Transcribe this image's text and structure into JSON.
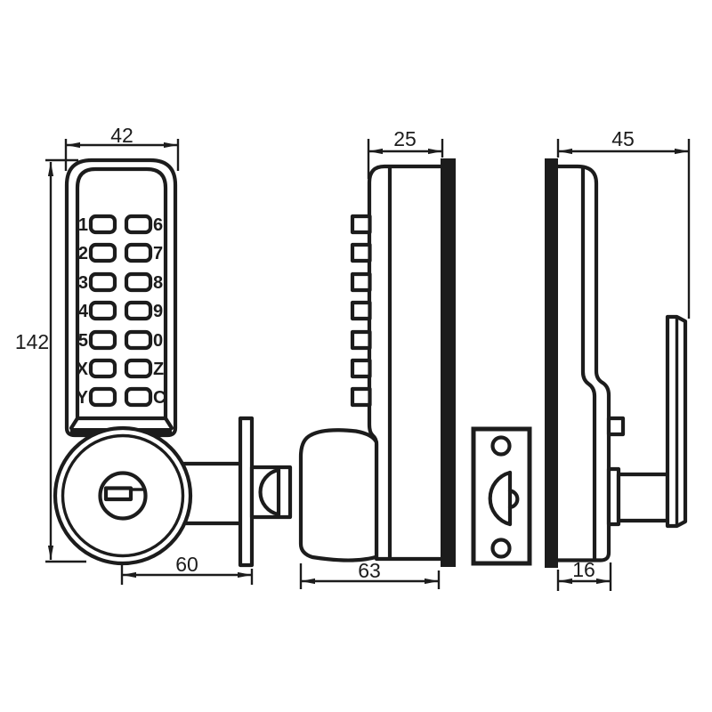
{
  "dimensions": {
    "front_width": "42",
    "front_height": "142",
    "front_backset": "60",
    "side_top": "25",
    "side_total": "63",
    "back_total": "45",
    "back_bottom": "16"
  },
  "keypad": {
    "rows": [
      {
        "left": "1",
        "right": "6"
      },
      {
        "left": "2",
        "right": "7"
      },
      {
        "left": "3",
        "right": "8"
      },
      {
        "left": "4",
        "right": "9"
      },
      {
        "left": "5",
        "right": "0"
      },
      {
        "left": "X",
        "right": "Z"
      },
      {
        "left": "Y",
        "right": "C"
      }
    ]
  },
  "colors": {
    "line": "#1c1c1c",
    "door_section": "#1c1c1c",
    "background": "#ffffff"
  }
}
